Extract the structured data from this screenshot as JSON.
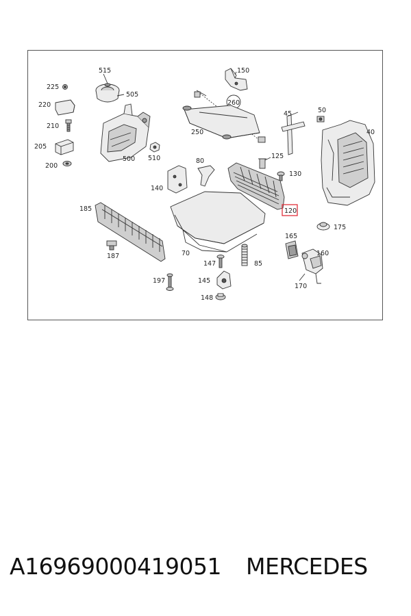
{
  "diagram": {
    "labels": {
      "p515": "515",
      "p225": "225",
      "p505": "505",
      "p220": "220",
      "p210": "210",
      "p205": "205",
      "p500": "500",
      "p510": "510",
      "p200": "200",
      "p150": "150",
      "p260": "260",
      "p250": "250",
      "p45": "45",
      "p50": "50",
      "p40": "40",
      "p125": "125",
      "p130": "130",
      "p80": "80",
      "p140": "140",
      "p120": "120",
      "p185": "185",
      "p175": "175",
      "p165": "165",
      "p160": "160",
      "p70": "70",
      "p187": "187",
      "p147": "147",
      "p85": "85",
      "p197": "197",
      "p145": "145",
      "p170": "170",
      "p148": "148"
    },
    "highlight_color": "#e0303a"
  },
  "caption": {
    "part_number": "A16969000419051",
    "brand": "MERCEDES"
  }
}
